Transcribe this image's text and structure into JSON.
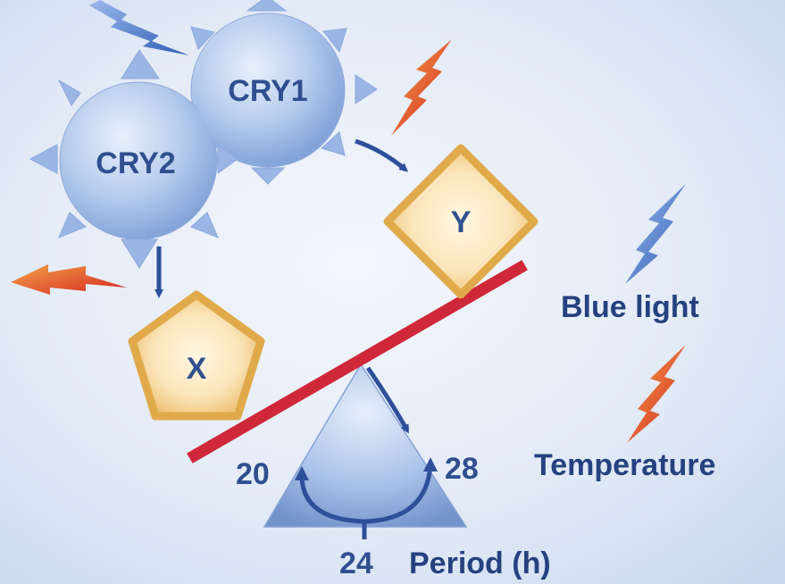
{
  "proteins": {
    "cry1": "CRY1",
    "cry2": "CRY2",
    "x": "X",
    "y": "Y"
  },
  "legend": {
    "blue_light": "Blue light",
    "temperature": "Temperature"
  },
  "scale": {
    "left": "20",
    "center": "24",
    "right": "28",
    "unit_label": "Period (h)"
  },
  "colors": {
    "background": "#dfe8f5",
    "protein_text": "#2f4f8f",
    "label_text": "#24427e",
    "blue_bolt": "#3a6bc4",
    "red_bolt": "#e0412a",
    "lever": "#cf2838",
    "shape_fill": "#f0cc82",
    "shape_edge": "#d9a13f"
  }
}
